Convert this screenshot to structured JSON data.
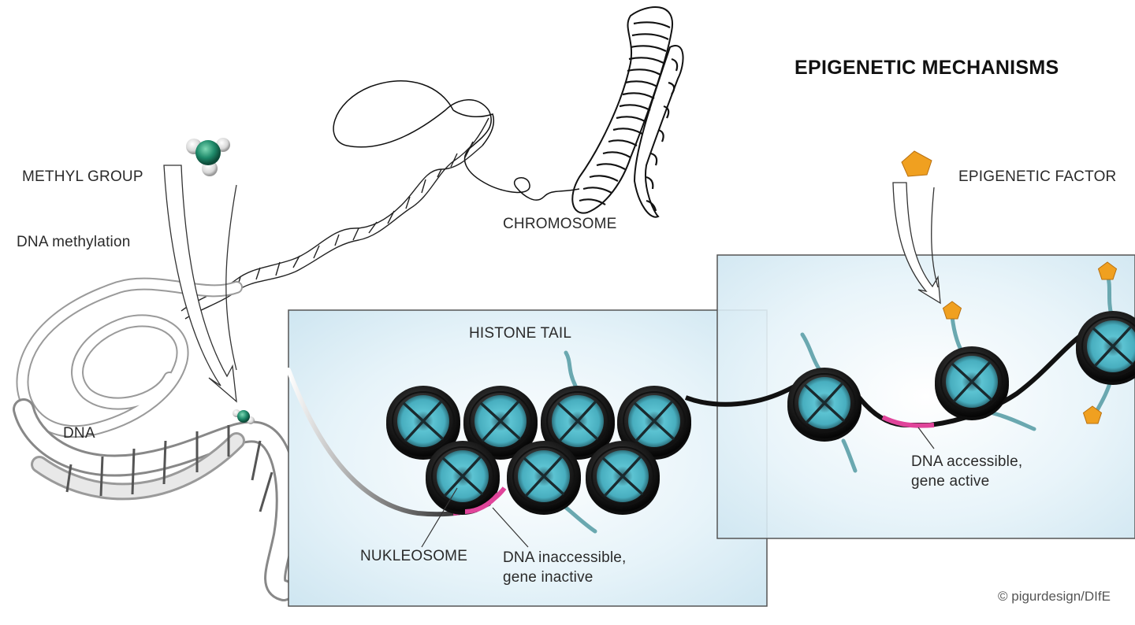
{
  "title": "EPIGENETIC MECHANISMS",
  "labels": {
    "methyl_group": "METHYL GROUP",
    "dna_methylation": "DNA methylation",
    "dna": "DNA",
    "chromosome": "CHROMOSOME",
    "epigenetic_factor": "EPIGENETIC FACTOR",
    "histone_tail": "HISTONE TAIL",
    "nukleosome": "NUKLEOSOME",
    "inaccessible_line1": "DNA inaccessible,",
    "inaccessible_line2": "gene inactive",
    "accessible_line1": "DNA accessible,",
    "accessible_line2": "gene active"
  },
  "credit": "© pigurdesign/DIfE",
  "colors": {
    "panel_fill": "#d8ecf5",
    "nucleosome_core": "#4fb8c8",
    "nucleosome_ring": "#1a1a1a",
    "dna_pink": "#e0449a",
    "methyl_green": "#1e8a6a",
    "epigenetic_factor_orange": "#f0a020",
    "histone_tail": "#6aa8b0"
  }
}
